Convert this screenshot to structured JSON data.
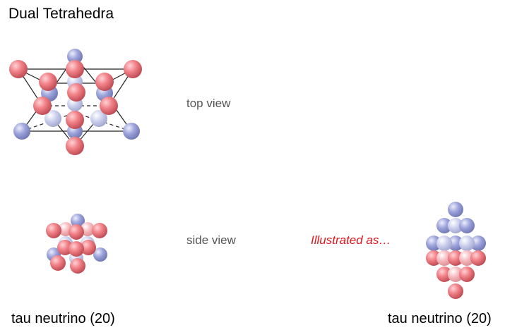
{
  "title": "Dual Tetrahedra",
  "labels": {
    "top_view": "top view",
    "side_view": "side view",
    "illustrated": "Illustrated as…"
  },
  "captions": {
    "left": "tau neutrino (20)",
    "right": "tau neutrino (20)"
  },
  "colors": {
    "pink_ball": "#f07f86",
    "blue_ball": "#9ea5dc",
    "illustrated_text": "#e0151c",
    "line": "#222222"
  }
}
